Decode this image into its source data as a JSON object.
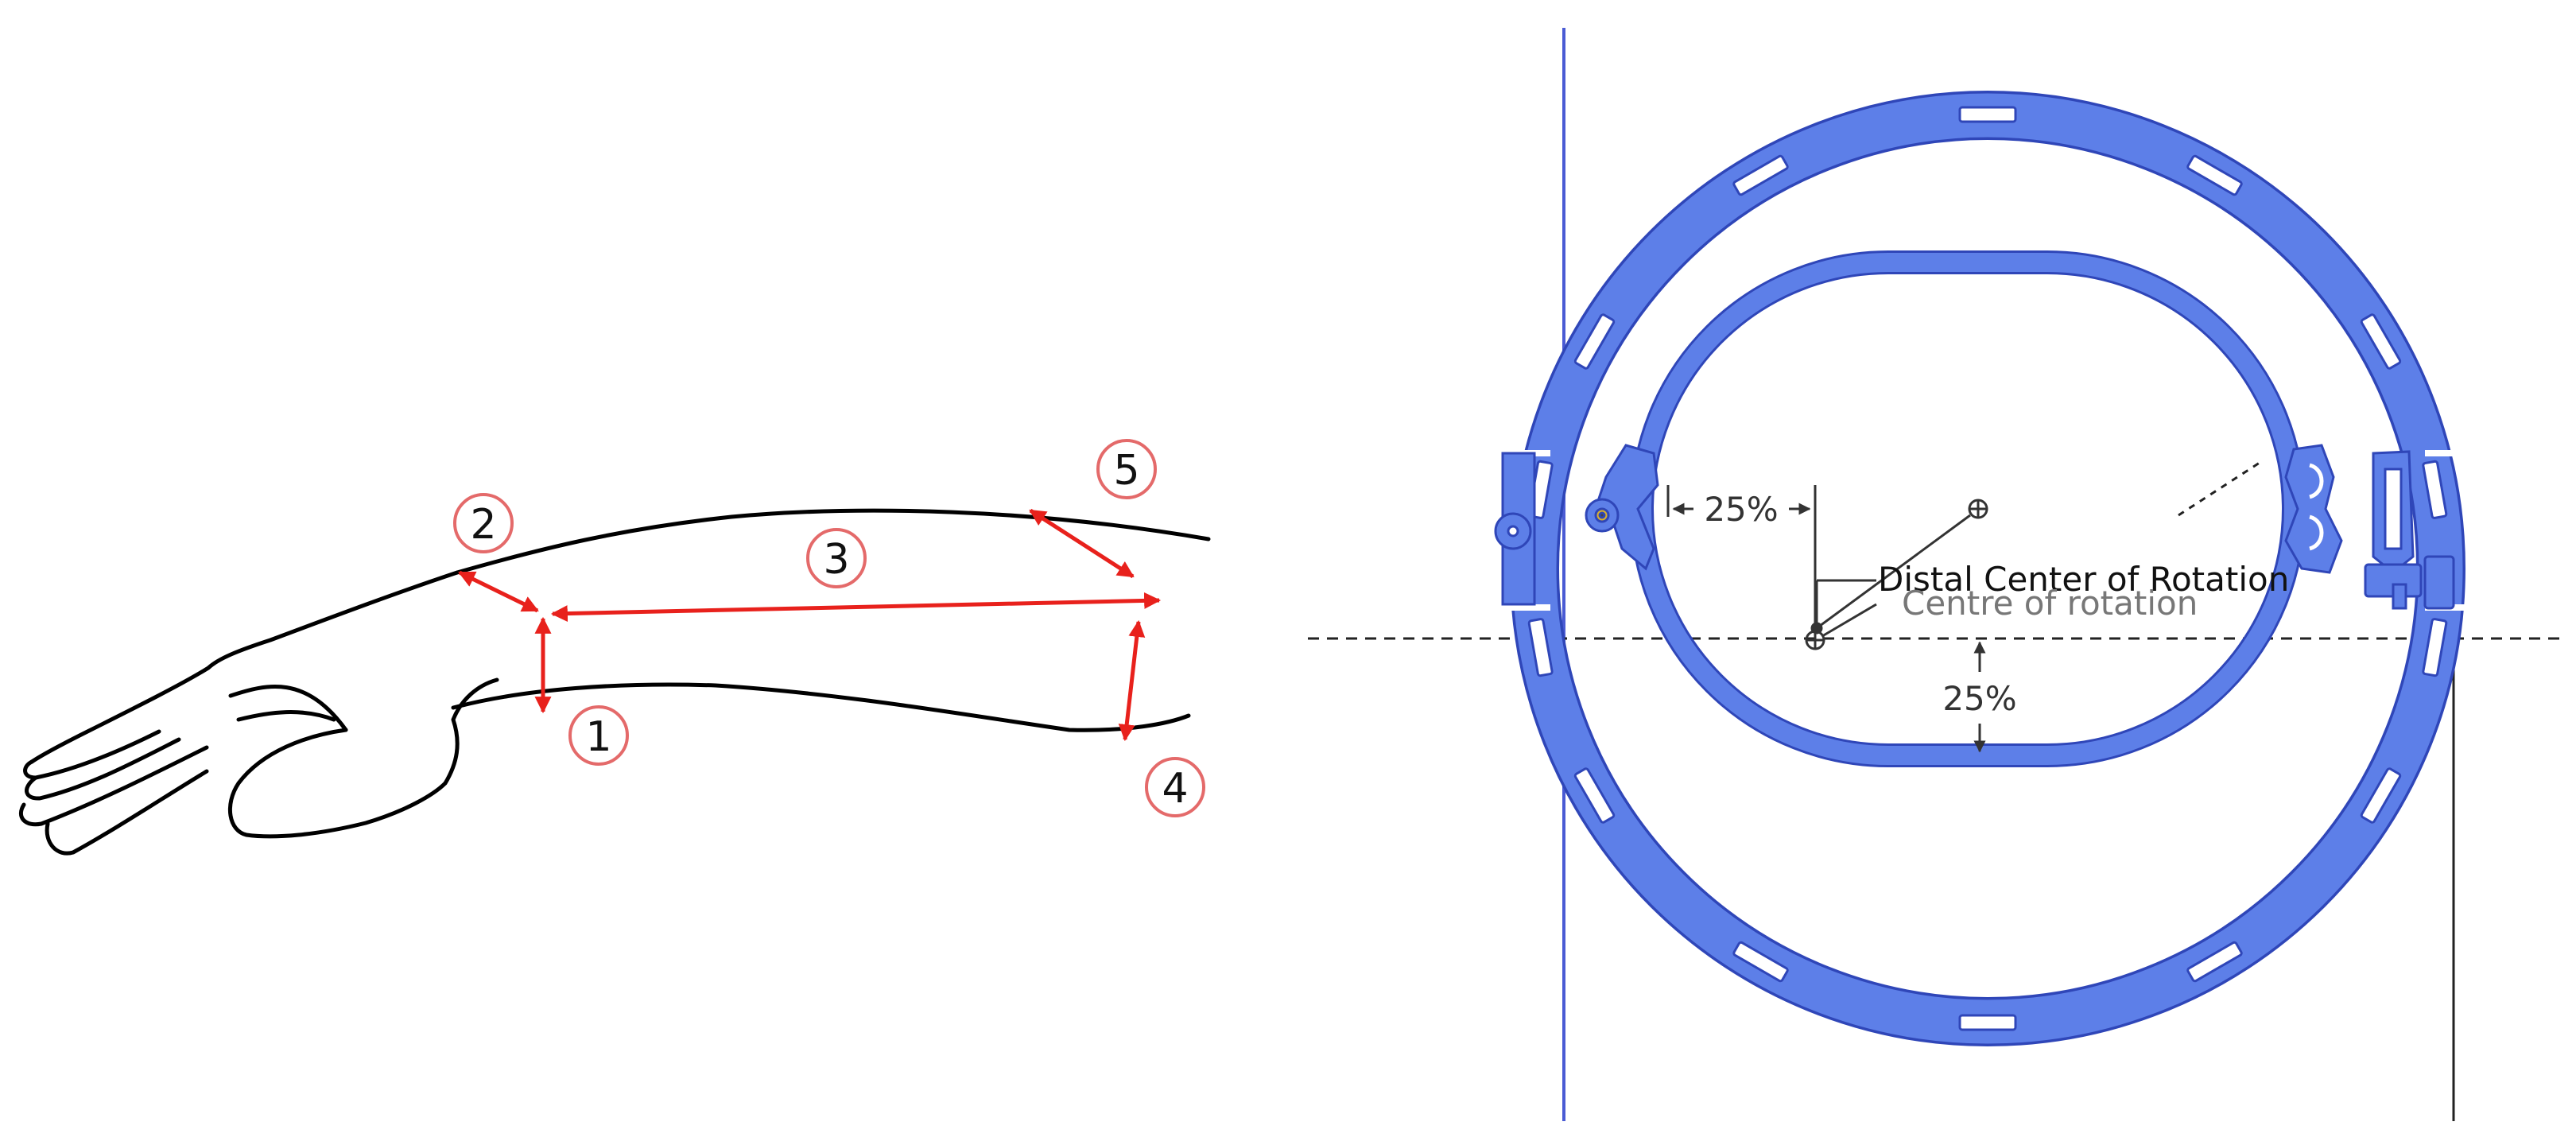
{
  "colors": {
    "background": "#ffffff",
    "outline": "#000000",
    "measure_arrow": "#e8211c",
    "badge_ring": "#e46a6a",
    "ring_fill": "#5d7fe8",
    "ring_edge": "#2f46b8",
    "guide_line": "#4a5bd4",
    "dim_text": "#333333",
    "label_gray": "#777777"
  },
  "arm_diagram": {
    "badges": [
      {
        "id": "1",
        "label": "1"
      },
      {
        "id": "2",
        "label": "2"
      },
      {
        "id": "3",
        "label": "3"
      },
      {
        "id": "4",
        "label": "4"
      },
      {
        "id": "5",
        "label": "5"
      }
    ]
  },
  "cad_drawing": {
    "dimension_horizontal": "25%",
    "dimension_vertical": "25%",
    "label_distal_center": "Distal Center of Rotation",
    "label_centre": "Centre of rotation"
  }
}
